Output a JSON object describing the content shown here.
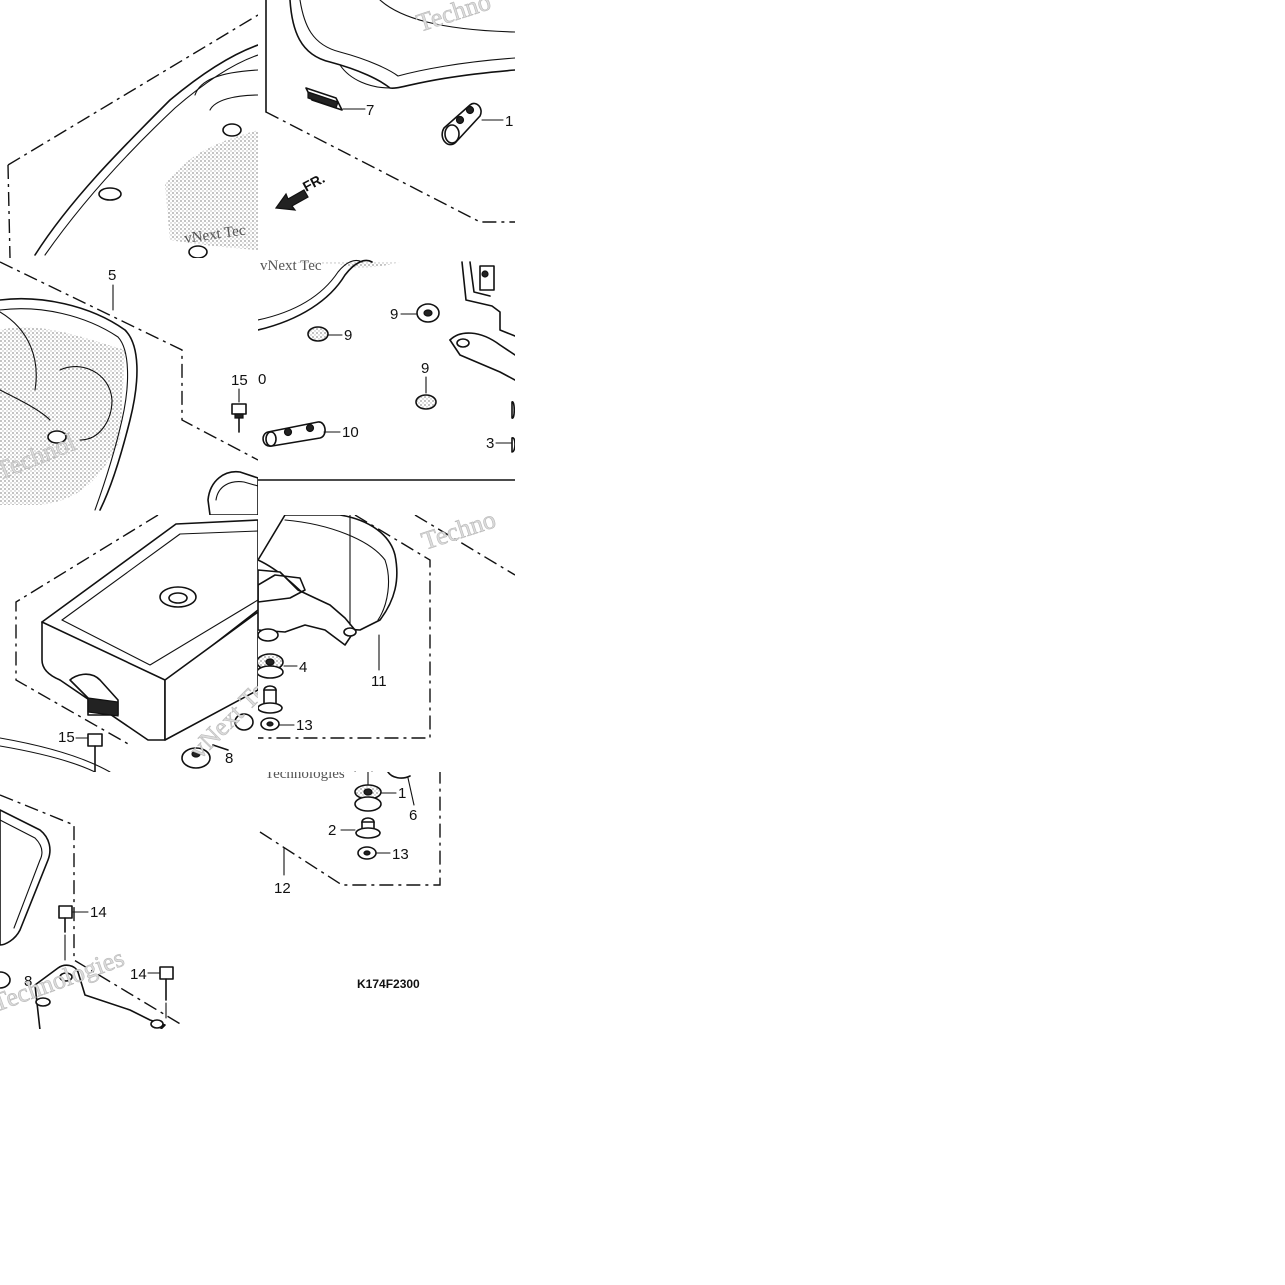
{
  "diagram": {
    "callouts": {
      "c1_top": "1",
      "c1": "1",
      "c2": "2",
      "c3": "3",
      "c4": "4",
      "c5": "5",
      "c6": "6",
      "c7": "7",
      "c8": "8",
      "c8b": "8",
      "c9a": "9",
      "c9b": "9",
      "c9c": "9",
      "c10_partial": "0",
      "c10": "10",
      "c11": "11",
      "c12": "12",
      "c13a": "13",
      "c13b": "13",
      "c14a": "14",
      "c14b": "14",
      "c15a": "15",
      "c15b": "15"
    },
    "direction_label": "FR.",
    "drawing_code": "K174F2300",
    "watermarks": {
      "w1": "Techno",
      "w2": "vNext Tec",
      "w3": "Technol",
      "w4": "vNext Tec",
      "w5": "Technologies",
      "w6": "Technologies"
    },
    "colors": {
      "ink": "#111111",
      "stipple": "#9a9a9a",
      "watermark": "#dcdcdc",
      "background": "#ffffff"
    }
  }
}
